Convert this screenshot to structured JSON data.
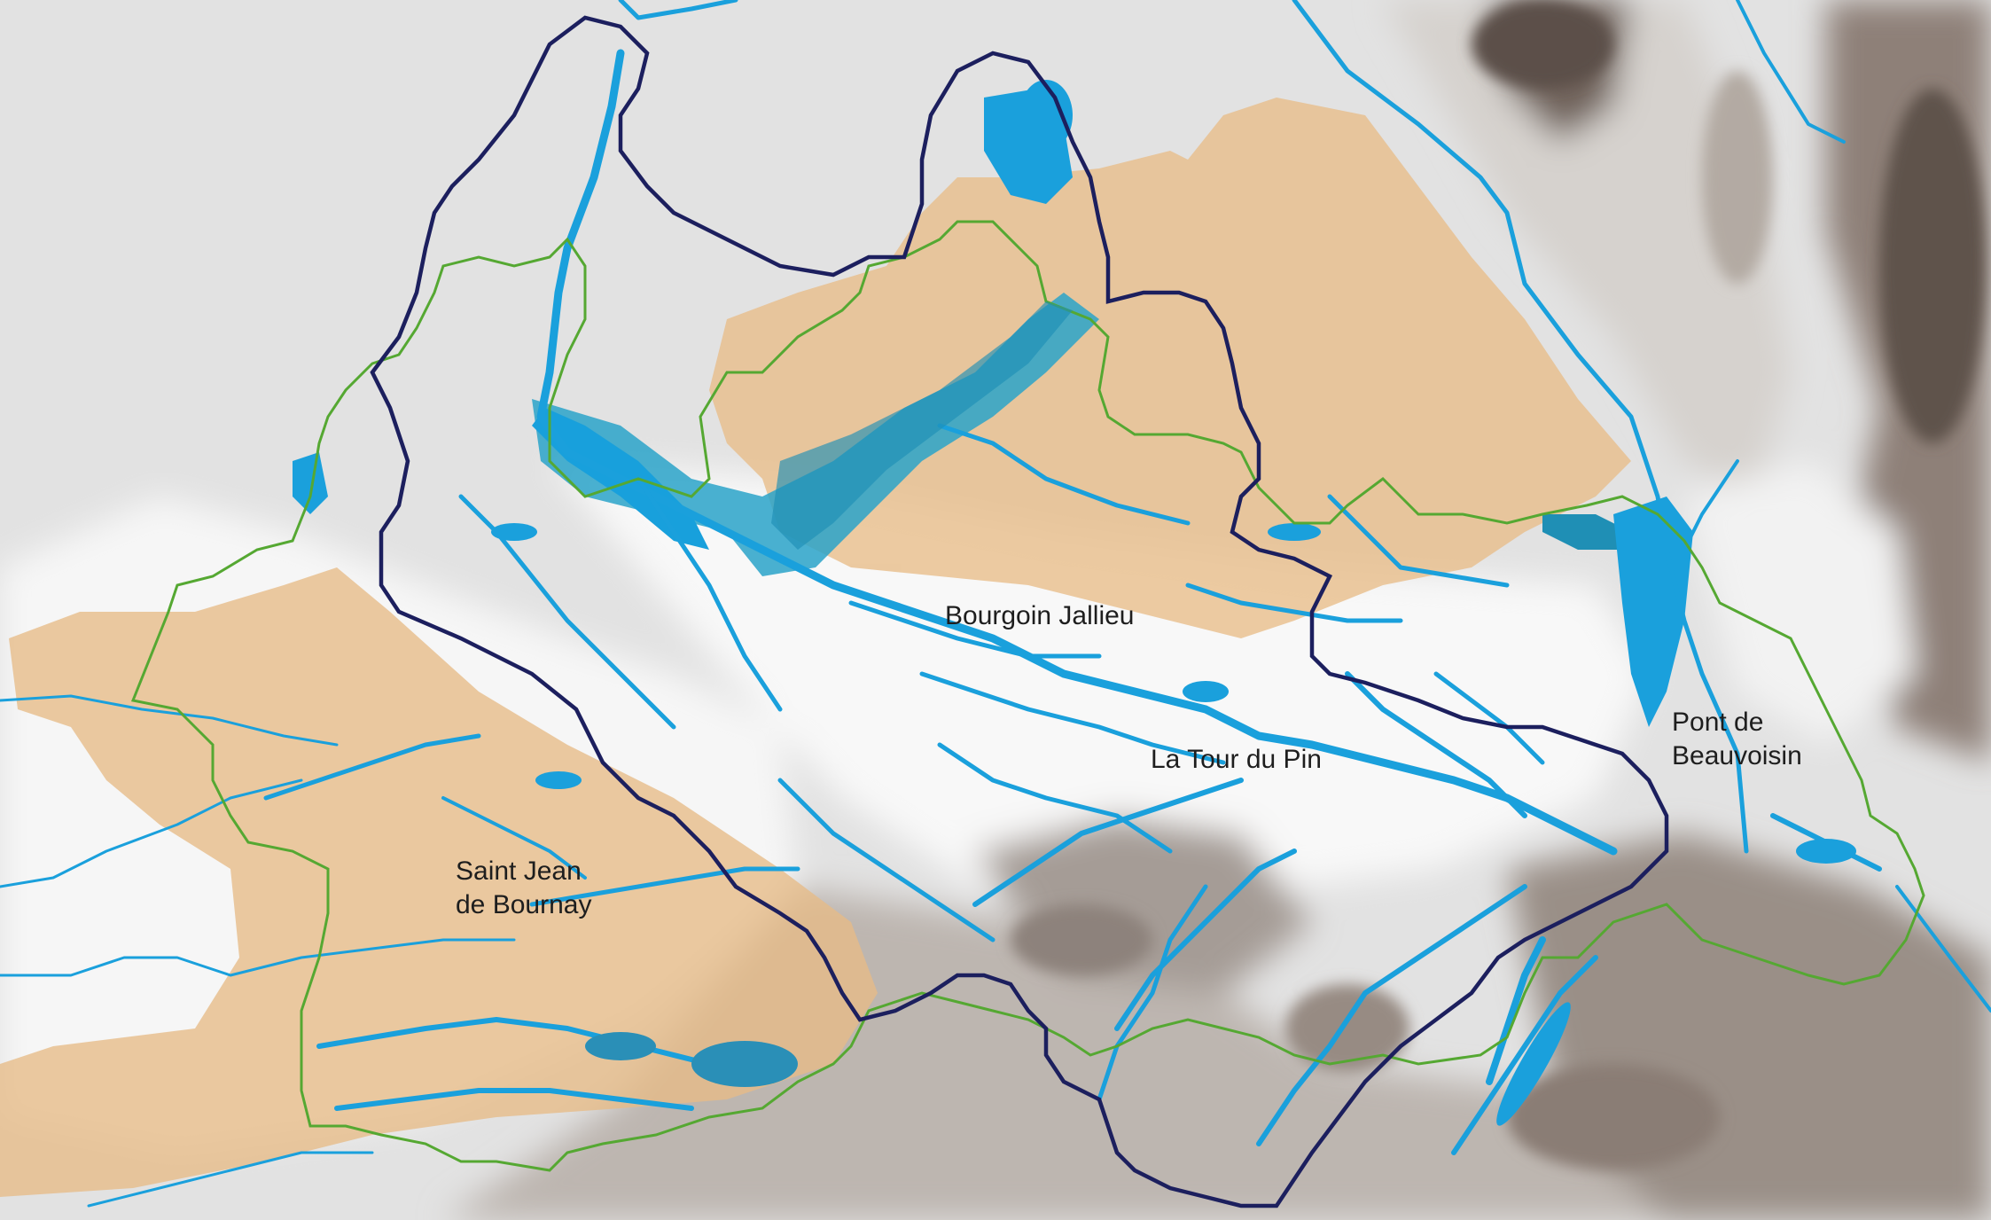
{
  "colors": {
    "water": "#1aa0dc",
    "water_light": "#3fb2e6",
    "wetland_dark": "#2b8fb0",
    "agricultural_zone": "#e9c08f",
    "basin_boundary": "#1c1f5e",
    "communal_boundary": "#55a832",
    "relief_light": "#f7f7f7",
    "relief_mid": "#c9c4c0",
    "relief_dark": "#7b6e65",
    "plain": "#e1e1e1"
  },
  "labels": {
    "bourgoin": "Bourgoin Jallieu",
    "latour": "La Tour du Pin",
    "pont_line1": "Pont de",
    "pont_line2": "Beauvoisin",
    "stjean_line1": "Saint Jean",
    "stjean_line2": "de Bournay"
  },
  "icons": {
    "basin": "basin-boundary-outline",
    "communal": "communal-boundary-outline"
  }
}
